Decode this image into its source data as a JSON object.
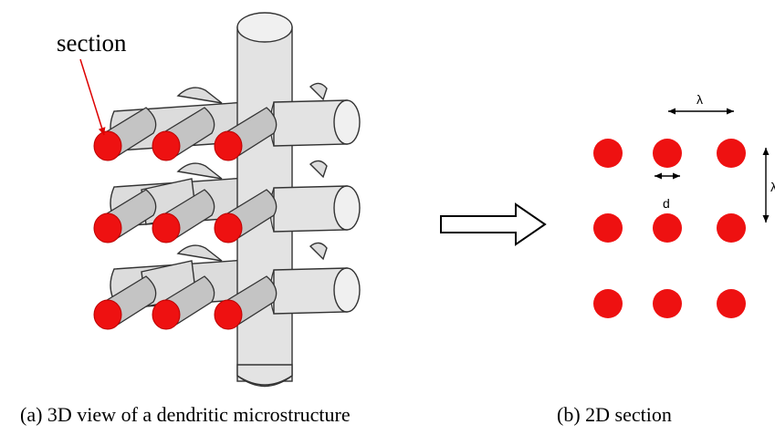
{
  "labels": {
    "section_callout": "section",
    "caption_a": "(a) 3D view of a dendritic microstructure",
    "caption_b": "(b) 2D section",
    "spacing_symbol": "λ",
    "spacing_symbol_vertical": "λ",
    "diameter_symbol": "d"
  },
  "colors": {
    "section_red": "#ee1111",
    "arm_grey": "#dcdcdc",
    "rod_grey": "#c4c4c4"
  },
  "grid": {
    "rows": 3,
    "cols": 3
  }
}
